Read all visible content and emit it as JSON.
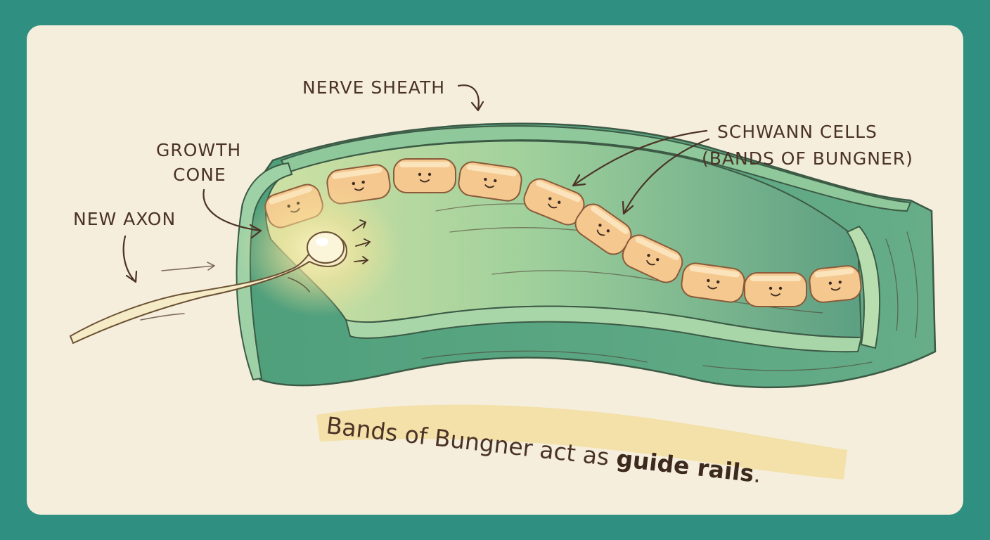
{
  "labels": {
    "nerve_sheath": "NERVE SHEATH",
    "schwann_line1": "SCHWANN CELLS",
    "schwann_line2": "(BANDS OF BUNGNER)",
    "growth_line1": "GROWTH",
    "growth_line2": "CONE",
    "new_axon": "NEW AXON"
  },
  "caption": {
    "prefix": "Bands of Bungner act as ",
    "emphasis": "guide rails",
    "suffix": "."
  },
  "colors": {
    "frame": "#2f9082",
    "paper": "#f6eedd",
    "sheath": "#5aa883",
    "sheath_inner": "#8cc596",
    "cell": "#f4c88f",
    "highlight": "#f2dea0",
    "ink": "#4b3327"
  },
  "icons": [
    "arrow-icon",
    "smiley-cell-icon",
    "motion-lines-icon"
  ]
}
